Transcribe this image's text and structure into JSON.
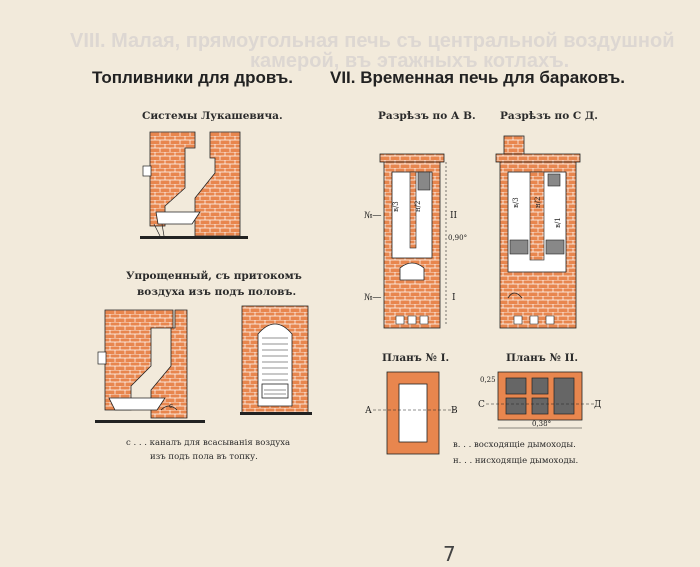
{
  "headings": {
    "left": "Топливники для дровъ.",
    "right": "VII. Временная печь для бараковъ."
  },
  "captions": {
    "lukashevich": "Системы Лукашевича.",
    "simplified_line1": "Упрощенный, съ притокомъ",
    "simplified_line2": "воздуха изъ подъ половъ.",
    "section_ab": "Разрѣзъ по А В.",
    "section_sd": "Разрѣзъ по С Д.",
    "plan1": "Планъ № I.",
    "plan2": "Планъ № II."
  },
  "legends": {
    "channel_line1": "с . . . каналъ для всасыванія воздуха",
    "channel_line2": "изъ подъ пола въ топку.",
    "ascending": "в. . .  восходящіе дымоходы.",
    "descending": "н. . .  нисходящіе дымоходы."
  },
  "figure_labels": {
    "no_two": "№—",
    "two": "II",
    "no_one": "№—",
    "one": "I",
    "height": "0,90°",
    "flue_in": "в/3",
    "flue_in2": "н/2",
    "flue_out": "в/3",
    "flue_out2": "н/2",
    "flue_h": "в/1",
    "channel_mark": "с",
    "plan_a": "А",
    "plan_b": "В",
    "plan_s": "С",
    "plan_d": "Д",
    "plan_width": "0,38°",
    "plan_side": "0,25"
  },
  "page_number": "7",
  "bleed": {
    "line1": "VIII. Малая, прямоугольная печь съ центральной воздушной",
    "line2": "камерой, въ этажныхъ котлахъ."
  },
  "colors": {
    "brick": "#e8864e",
    "mortar": "#ffffff",
    "ink": "#222222",
    "paper": "#f2eadb"
  }
}
